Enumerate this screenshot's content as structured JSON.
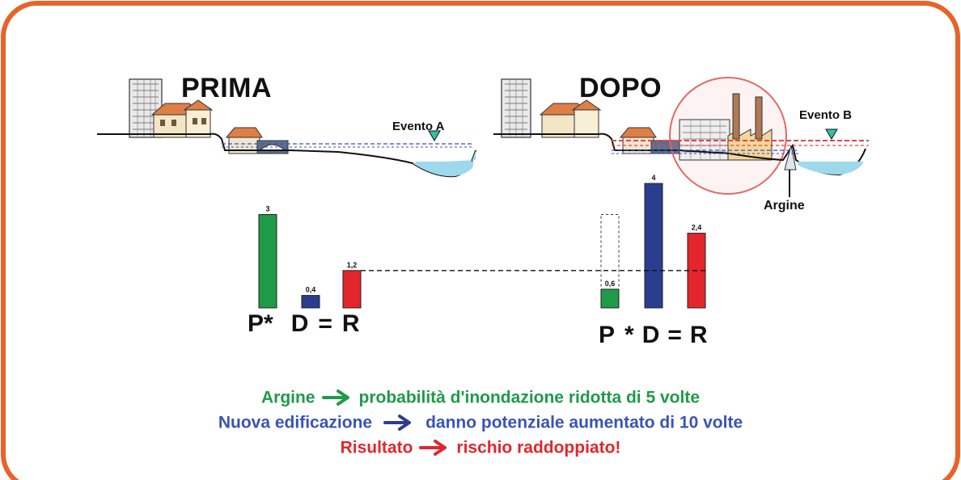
{
  "colors": {
    "frame": "#E8622A",
    "probability": "#1F9A48",
    "damage": "#2B3D8F",
    "risk": "#E3262C",
    "water": "#9ED8EC",
    "flood_line_before": "#3A4FB0",
    "flood_line_after": "#E5444A",
    "circle": "#E06A6A"
  },
  "scenes": {
    "before": {
      "title": "PRIMA",
      "event": "Evento A"
    },
    "after": {
      "title": "DOPO",
      "event": "Evento B",
      "levee_label": "Argine"
    }
  },
  "equation": {
    "before": {
      "p": "P*",
      "d": "D",
      "eq": "=",
      "r": "R"
    },
    "after": {
      "p": "P",
      "star": "*",
      "d": "D",
      "eq": "=",
      "r": "R"
    }
  },
  "chart_data": {
    "type": "bar",
    "groups": [
      {
        "name": "PRIMA",
        "bars": [
          {
            "var": "P",
            "value": 3,
            "label": "3",
            "color": "#1F9A48"
          },
          {
            "var": "D",
            "value": 0.4,
            "label": "0,4",
            "color": "#2B3D8F"
          },
          {
            "var": "R",
            "value": 1.2,
            "label": "1,2",
            "color": "#E3262C"
          }
        ]
      },
      {
        "name": "DOPO",
        "bars": [
          {
            "var": "P",
            "value": 0.6,
            "label": "0,6",
            "color": "#1F9A48",
            "previous_value": 3
          },
          {
            "var": "D",
            "value": 4,
            "label": "4",
            "color": "#2B3D8F"
          },
          {
            "var": "R",
            "value": 2.4,
            "label": "2,4",
            "color": "#E3262C"
          }
        ]
      }
    ],
    "reference_line_value": 1.2
  },
  "captions": [
    {
      "left": "Argine",
      "right": "probabilità d'inondazione ridotta di 5 volte",
      "color": "#1F9A48",
      "arrow_color": "#1F9A48"
    },
    {
      "left": "Nuova edificazione",
      "right": "danno potenziale aumentato di 10 volte",
      "color": "#3A54B5",
      "arrow_color": "#2B3D8F"
    },
    {
      "left": "Risultato",
      "right": "rischio raddoppiato!",
      "color": "#E3262C",
      "arrow_color": "#E3262C"
    }
  ]
}
